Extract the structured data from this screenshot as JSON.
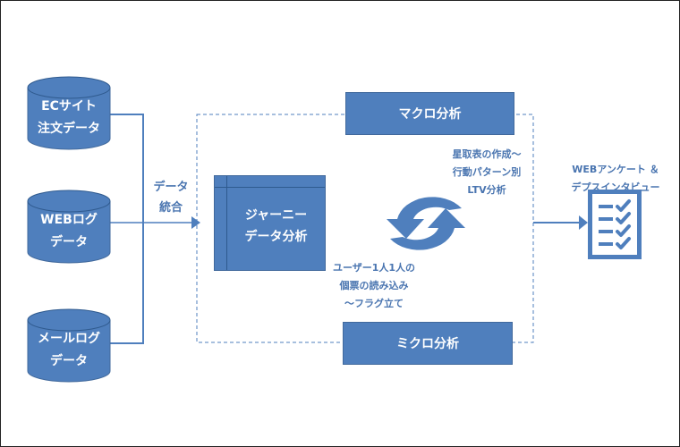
{
  "colors": {
    "primary": "#4f7fbd",
    "text_blue": "#4a75b0",
    "border": "#222222",
    "background": "#ffffff"
  },
  "sources": [
    {
      "line1": "ECサイト",
      "line2": "注文データ"
    },
    {
      "line1": "WEBログ",
      "line2": "データ"
    },
    {
      "line1": "メールログ",
      "line2": "データ"
    }
  ],
  "integration_label": {
    "line1": "データ",
    "line2": "統合"
  },
  "macro_box": "マクロ分析",
  "micro_box": "ミクロ分析",
  "journey_box": {
    "line1": "ジャーニー",
    "line2": "データ分析"
  },
  "macro_note": {
    "line1": "星取表の作成～",
    "line2": "行動パターン別",
    "line3": "LTV分析"
  },
  "micro_note": {
    "line1": "ユーザー1人1人の",
    "line2": "個票の読み込み",
    "line3": "～フラグ立て"
  },
  "output_label": {
    "line1": "WEBアンケート ＆",
    "line2": "デプスインタビュー"
  },
  "icons": [
    "database-icon",
    "cycle-arrows-icon",
    "checklist-icon",
    "arrow-right-icon"
  ]
}
